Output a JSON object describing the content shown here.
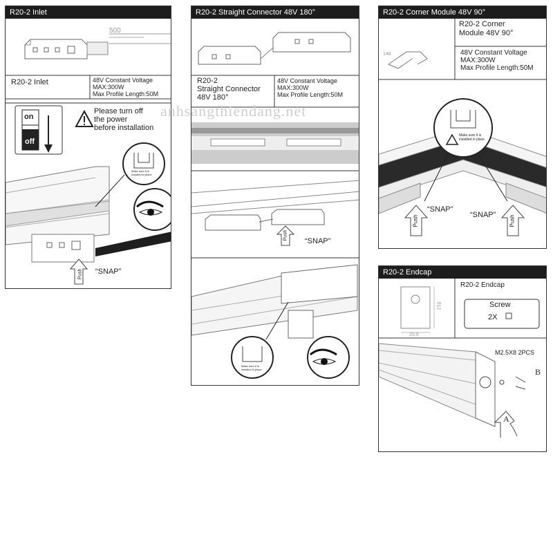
{
  "watermark": "anhsangthiendang.net",
  "inlet": {
    "header": "R20-2 Inlet",
    "dim_500": "500",
    "name": "R20-2 Inlet",
    "voltage": "48V  Constant Voltage",
    "max_power": "MAX:300W",
    "max_length": "Max Profile Length:50M",
    "switch_on": "on",
    "switch_off": "off",
    "warning_line1": "Please turn off",
    "warning_line2": "the power",
    "warning_line3": "before installation",
    "make_sure": "Make sure it is installed in place",
    "push": "Push",
    "snap": "“SNAP”"
  },
  "straight": {
    "header": "R20-2  Straight Connector 48V 180°",
    "name_line1": "R20-2",
    "name_line2": "Straight Connector",
    "name_line3": "48V 180°",
    "voltage": "48V  Constant Voltage",
    "max_power": "MAX:300W",
    "max_length": "Max Profile Length:50M",
    "push": "Push",
    "snap": "“SNAP”",
    "make_sure": "Make sure it is installed in place"
  },
  "corner": {
    "header": "R20-2  Corner Module  48V 90°",
    "name_line1": "R20-2 Corner",
    "name_line2": "Module 48V 90°",
    "dim": "148",
    "voltage": "48V   Constant Voltage",
    "max_power": "MAX:300W",
    "max_length": "Max Profile Length:50M",
    "make_sure": "Make sure it is installed in place",
    "push": "Push",
    "snap": "“SNAP”"
  },
  "endcap": {
    "header": "R20-2 Endcap",
    "name": "R20-2  Endcap",
    "dim_h": "512",
    "dim_w": "25.9",
    "screw_title": "Screw",
    "screw_qty": "2X",
    "screw_spec": "M2.5X8 2PCS",
    "label_a": "A",
    "label_b": "B"
  }
}
